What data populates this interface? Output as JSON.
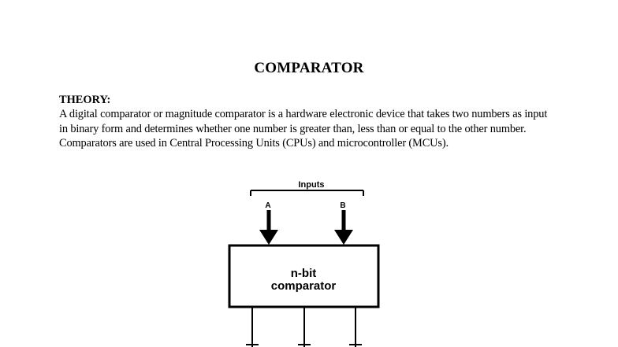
{
  "document": {
    "title": "COMPARATOR",
    "theory_heading": "THEORY:",
    "theory_text": "A digital comparator or magnitude comparator is a hardware electronic device that takes two numbers as input in binary form and determines whether one number is greater than, less than or equal to the other number. Comparators are used in Central Processing Units (CPUs) and microcontroller (MCUs)."
  },
  "diagram": {
    "inputs_label": "Inputs",
    "input_a": "A",
    "input_b": "B",
    "block_line1": "n-bit",
    "block_line2": "comparator"
  }
}
